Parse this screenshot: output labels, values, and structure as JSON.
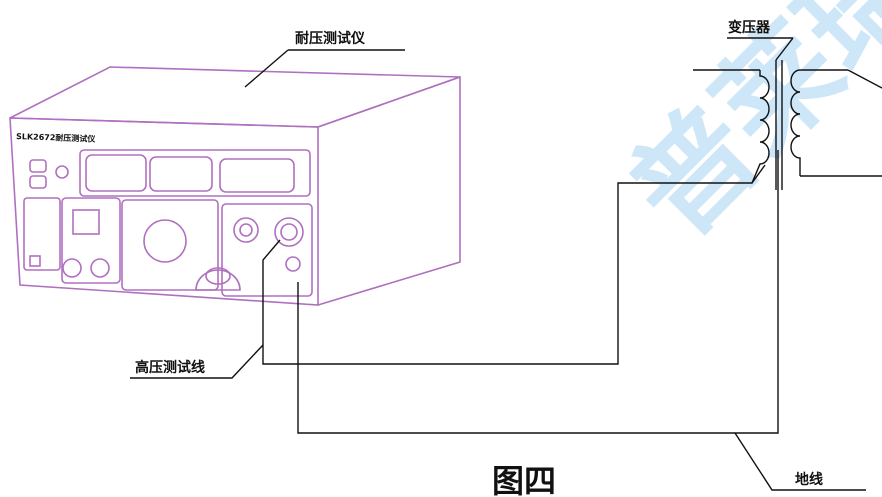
{
  "labels": {
    "tester": "耐压测试仪",
    "panel_model": "SLK2672耐压测试仪",
    "transformer": "变压器",
    "hv_lead": "高压测试线",
    "ground": "地线",
    "figure_caption": "图四",
    "watermark": "普莱瑞"
  },
  "colors": {
    "line": "#111111",
    "device_outline": "#b070c0",
    "watermark": "#a6d4f4"
  }
}
